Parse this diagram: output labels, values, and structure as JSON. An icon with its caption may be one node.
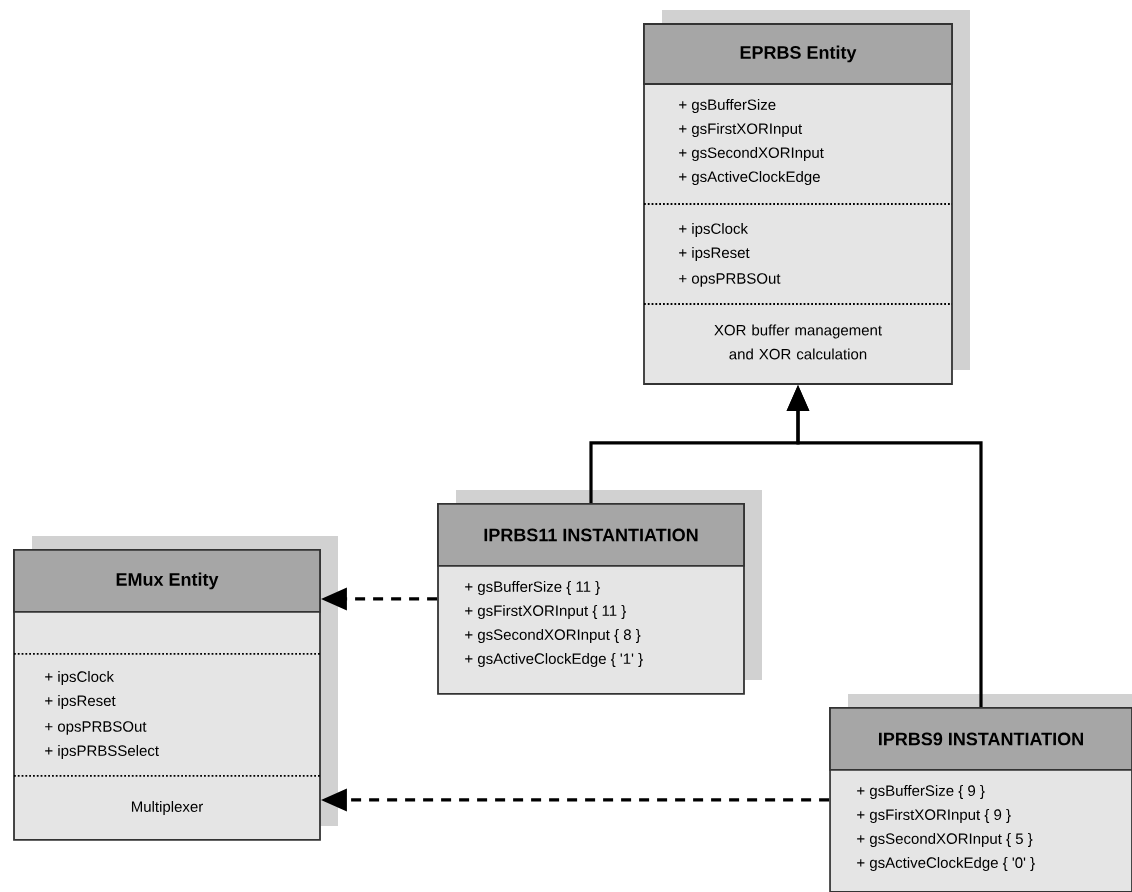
{
  "diagram": {
    "nodes": [
      {
        "text": [
          "EPRBS Entity",
          "+ gsBufferSize",
          "+ gsFirstXORInput",
          "+ gsSecondXORInput",
          "+ gsActiveClockEdge",
          "+ ipsClock",
          "+ ipsReset",
          "+ opsPRBSOut",
          "XOR buffer management and XOR calculation"
        ]
      },
      {
        "text": [
          "EMux Entity",
          "+ ipsClock",
          "+ ipsReset",
          "+ opsPRBSOut",
          "+ ipsPRBSSelect",
          "Multiplexer"
        ]
      },
      {
        "text": [
          "IPRBS11 INSTANTIATION",
          "+ gsBufferSize { 11 }",
          "+ gsFirstXORInput { 11 }",
          "+ gsSecondXORInput { 8 }",
          "+ gsActiveClockEdge { '1' }"
        ]
      },
      {
        "text": [
          "IPRBS9 INSTANTIATION",
          "+ gsBufferSize { 9 }",
          "+ gsFirstXORInput { 9 }",
          "+ gsSecondXORInput { 5 }",
          "+ gsActiveClockEdge { '0' }"
        ]
      }
    ],
    "edges": [
      {
        "from": 2,
        "to": 0,
        "arrow": "to"
      },
      {
        "from": 3,
        "to": 0,
        "arrow": "to"
      },
      {
        "from": 2,
        "to": 1,
        "arrow": "to",
        "style": "dashed"
      },
      {
        "from": 3,
        "to": 1,
        "arrow": "to",
        "style": "dashed"
      }
    ]
  }
}
